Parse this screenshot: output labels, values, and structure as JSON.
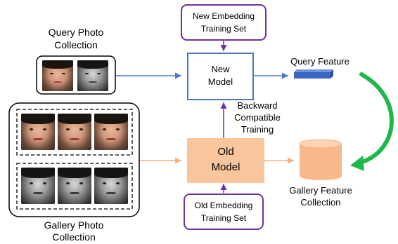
{
  "diagram": {
    "new_embedding_set": "New Embedding Training Set",
    "new_embedding_lines": [
      "New Embedding",
      "Training Set"
    ],
    "new_model_lines": [
      "New",
      "Model"
    ],
    "old_model_lines": [
      "Old",
      "Model"
    ],
    "old_embedding_lines": [
      "Old Embedding",
      "Training Set"
    ],
    "query_photo_lines": [
      "Query Photo",
      "Collection"
    ],
    "gallery_photo_lines": [
      "Gallery Photo",
      "Collection"
    ],
    "query_feature": "Query Feature",
    "gallery_feature_lines": [
      "Gallery Feature",
      "Collection"
    ],
    "backward_lines": [
      "Backward",
      "Compatible",
      "Training"
    ]
  },
  "colors": {
    "blue_arrow": "#4a78c8",
    "orange_arrow": "#f4b183",
    "purple": "#7030a0",
    "green_arrow": "#1eb84a",
    "old_model_fill": "#f8c59c",
    "cylinder_fill": "#f8b98a",
    "feature_bar": "#3a66c4"
  },
  "icons": [
    "query-photo-face",
    "gallery-photo-face",
    "cylinder-icon",
    "feature-vector-icon"
  ]
}
